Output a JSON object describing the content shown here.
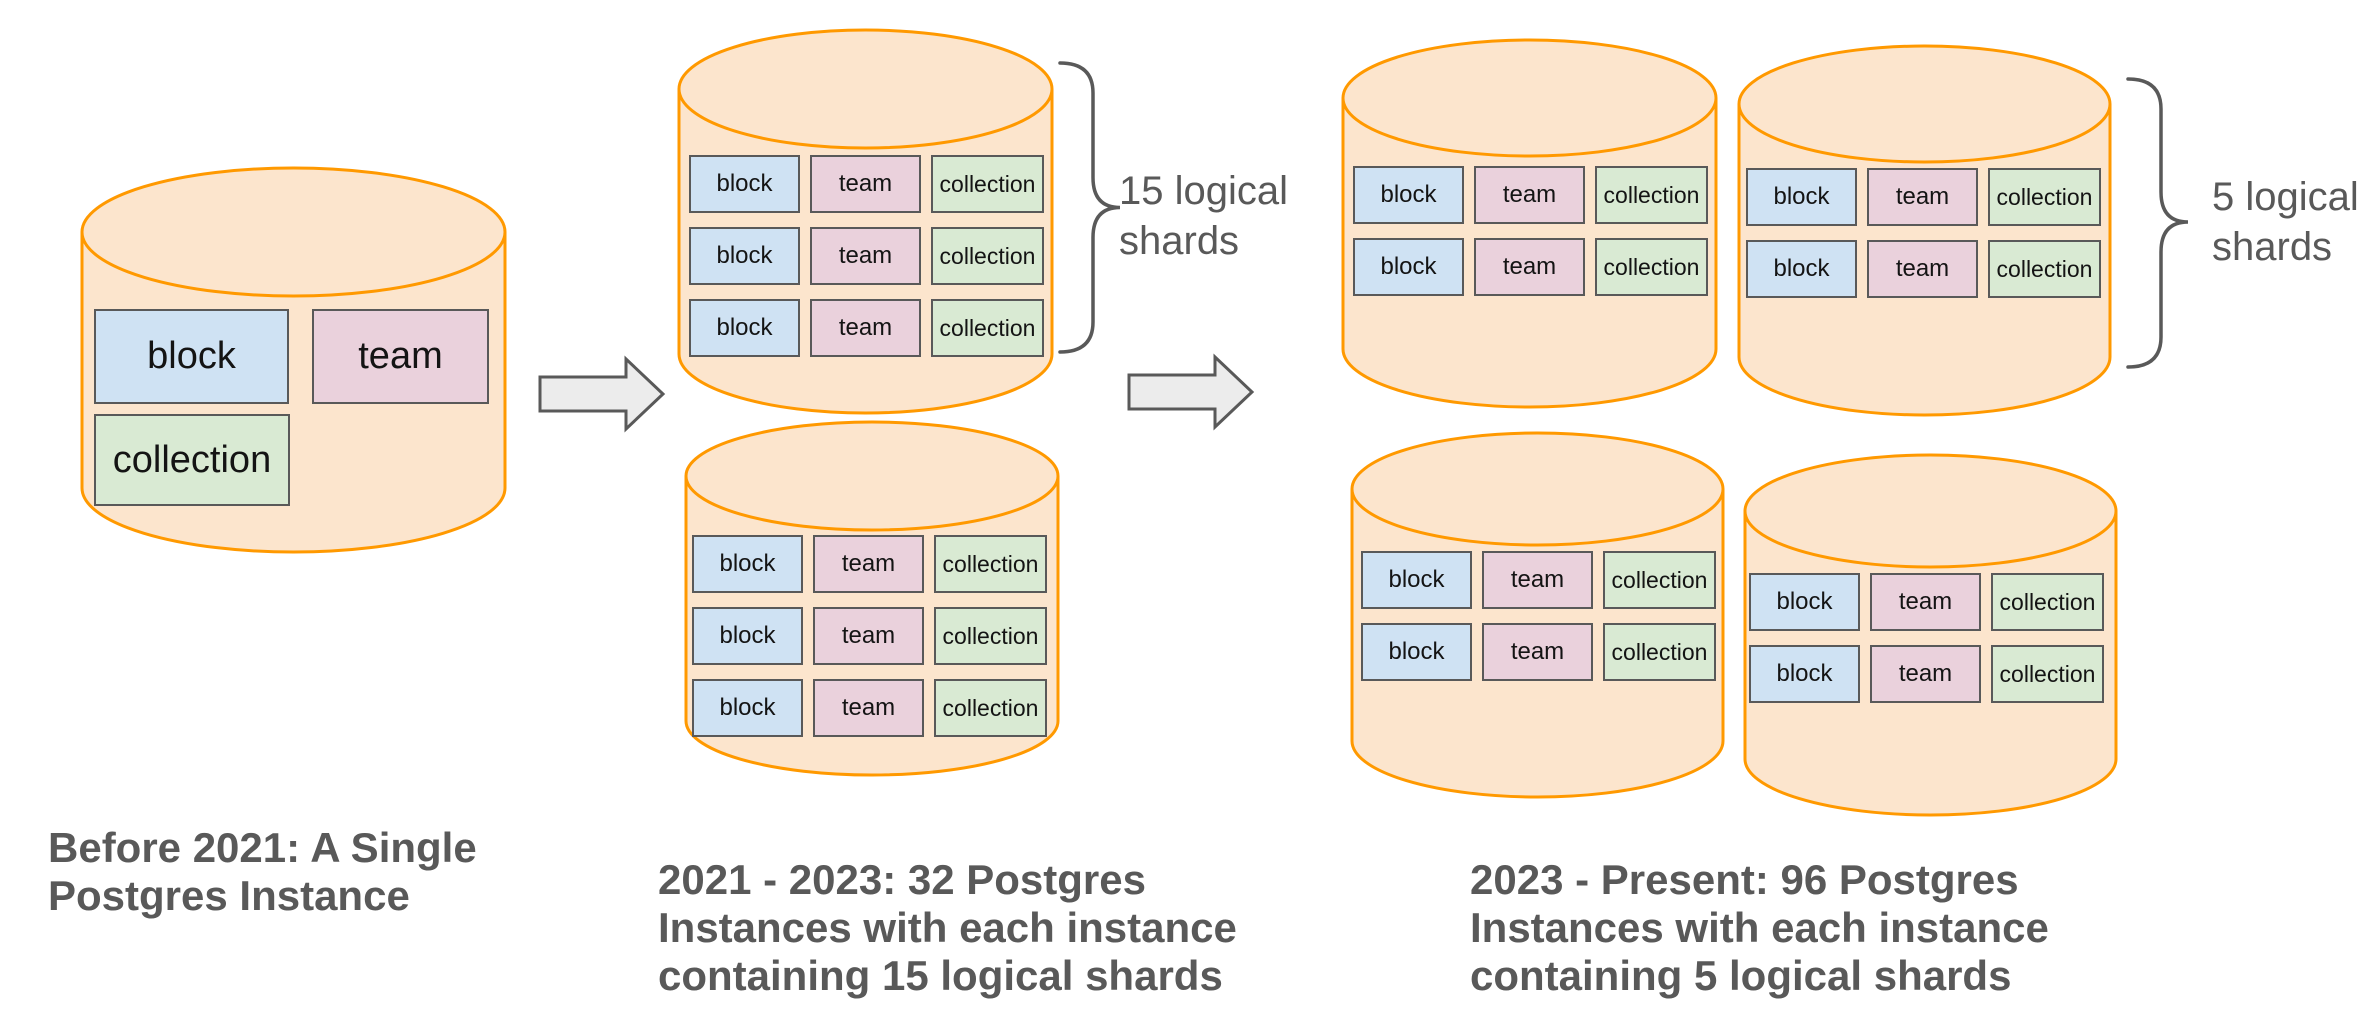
{
  "diagram": {
    "tables": {
      "block": "block",
      "team": "team",
      "collection": "collection"
    },
    "annotations": {
      "shards_15": [
        "15 logical",
        "shards"
      ],
      "shards_5": [
        "5 logical",
        "shards"
      ]
    },
    "captions": {
      "before": [
        "Before 2021: A Single",
        "Postgres Instance"
      ],
      "middle": [
        "2021 - 2023: 32 Postgres",
        "Instances with each instance",
        "containing 15 logical shards"
      ],
      "present": [
        "2023 - Present: 96 Postgres",
        "Instances with each instance",
        "containing 5 logical shards"
      ]
    },
    "colors": {
      "cylinder_fill": "#FCE5CD",
      "cylinder_stroke": "#FF9900",
      "block_fill": "#CFE2F3",
      "team_fill": "#EAD1DC",
      "collection_fill": "#D9EAD3",
      "box_border": "#595959",
      "arrow_fill": "#ECECEC",
      "text_gray": "#595959"
    }
  }
}
